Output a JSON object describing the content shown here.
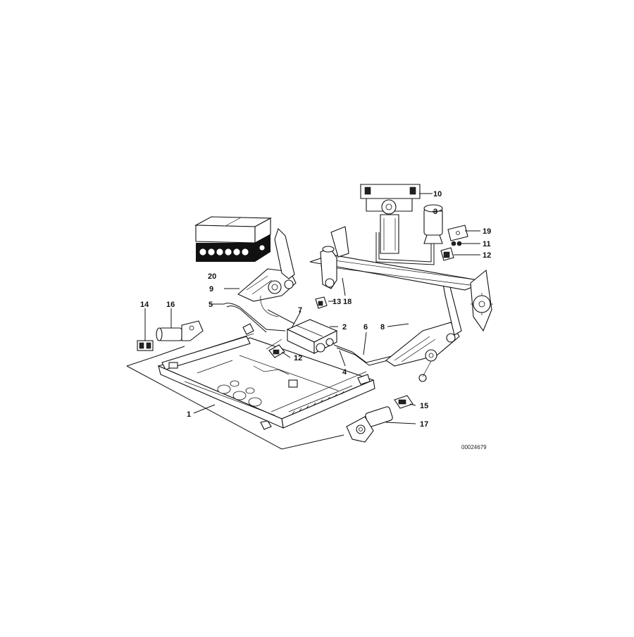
{
  "diagram": {
    "callouts": {
      "c1": "1",
      "c2": "2",
      "c3": "3",
      "c4": "4",
      "c5": "5",
      "c6": "6",
      "c7": "7",
      "c8": "8",
      "c9": "9",
      "c10": "10",
      "c11": "11",
      "c12a": "12",
      "c12b": "12",
      "c13": "13",
      "c14": "14",
      "c15": "15",
      "c16": "16",
      "c17": "17",
      "c18": "18",
      "c19": "19",
      "c20": "20"
    },
    "document_number": "00024679"
  }
}
